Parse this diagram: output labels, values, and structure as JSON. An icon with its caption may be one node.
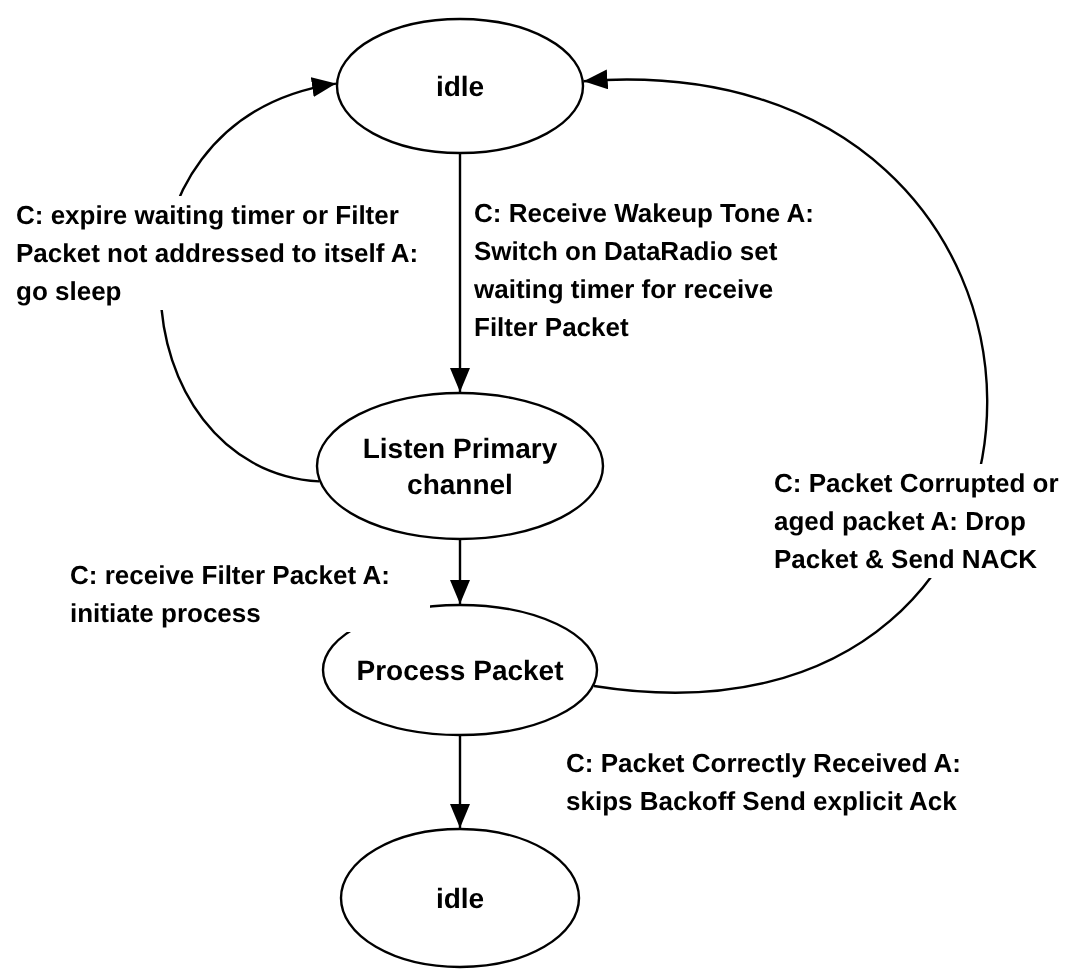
{
  "diagram": {
    "nodes": [
      {
        "text": [
          "idle"
        ]
      },
      {
        "text": [
          "Listen Primary channel"
        ]
      },
      {
        "text": [
          "Process Packet"
        ]
      },
      {
        "text": [
          "idle"
        ]
      }
    ],
    "edges": [
      {
        "from": 0,
        "to": 1,
        "arrow": "to",
        "label": "C: Receive Wakeup Tone A: Switch on DataRadio set waiting timer for receive Filter Packet"
      },
      {
        "from": 1,
        "to": 0,
        "arrow": "to",
        "label": "C: expire waiting timer or Filter Packet not addressed to itself A: go sleep"
      },
      {
        "from": 1,
        "to": 2,
        "arrow": "to",
        "label": "C: receive Filter Packet A: initiate process"
      },
      {
        "from": 2,
        "to": 0,
        "arrow": "to",
        "label": "C: Packet Corrupted or aged packet A: Drop Packet & Send NACK"
      },
      {
        "from": 2,
        "to": 3,
        "arrow": "to",
        "label": "C: Packet Correctly Received A: skips Backoff Send explicit Ack"
      }
    ]
  }
}
